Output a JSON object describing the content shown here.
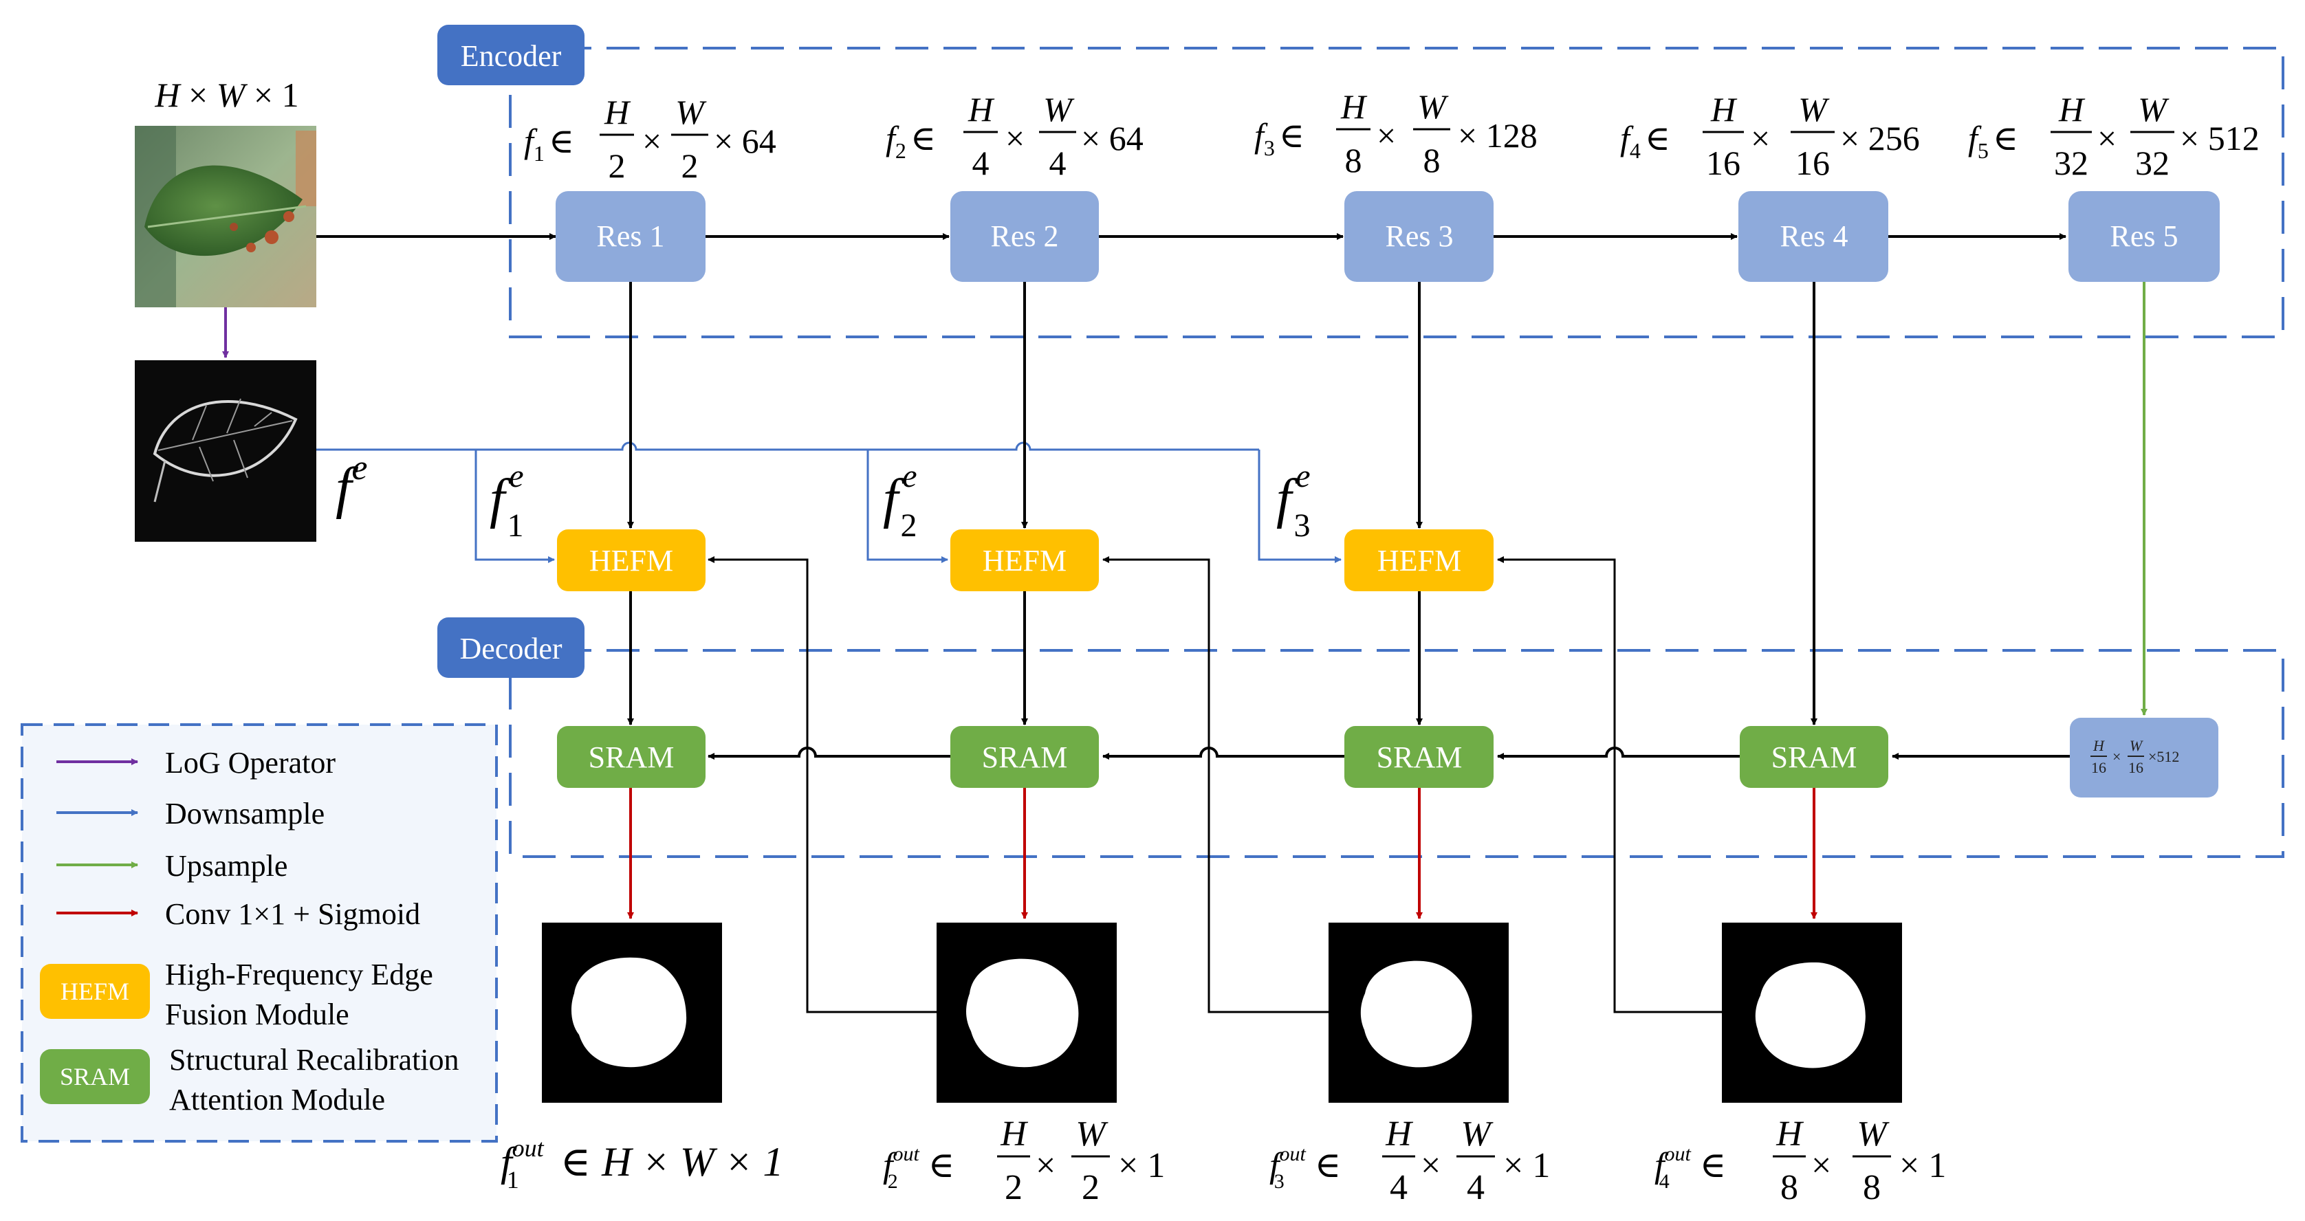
{
  "sections": {
    "encoder": "Encoder",
    "decoder": "Decoder"
  },
  "input": {
    "size": {
      "H": "H",
      "W": "W",
      "times": "×",
      "C": "1"
    },
    "edge_feature": {
      "base": "f",
      "sup": "e"
    }
  },
  "res_blocks": [
    {
      "label": "Res 1",
      "feat": {
        "idx": "1",
        "H": "H",
        "W": "W",
        "dH": "2",
        "dW": "2",
        "ch": "64"
      }
    },
    {
      "label": "Res 2",
      "feat": {
        "idx": "2",
        "H": "H",
        "W": "W",
        "dH": "4",
        "dW": "4",
        "ch": "64"
      }
    },
    {
      "label": "Res 3",
      "feat": {
        "idx": "3",
        "H": "H",
        "W": "W",
        "dH": "8",
        "dW": "8",
        "ch": "128"
      }
    },
    {
      "label": "Res 4",
      "feat": {
        "idx": "4",
        "H": "H",
        "W": "W",
        "dH": "16",
        "dW": "16",
        "ch": "256"
      }
    },
    {
      "label": "Res 5",
      "feat": {
        "idx": "5",
        "H": "H",
        "W": "W",
        "dH": "32",
        "dW": "32",
        "ch": "512"
      }
    }
  ],
  "symbols": {
    "in": "∈",
    "times": "×",
    "f": "f"
  },
  "hefm": [
    {
      "label": "HEFM",
      "fe_sub": "1",
      "fe_sup": "e"
    },
    {
      "label": "HEFM",
      "fe_sub": "2",
      "fe_sup": "e"
    },
    {
      "label": "HEFM",
      "fe_sub": "3",
      "fe_sup": "e"
    }
  ],
  "sram": [
    "SRAM",
    "SRAM",
    "SRAM",
    "SRAM"
  ],
  "upsample_box": {
    "H": "H",
    "dH": "16",
    "W": "W",
    "dW": "16",
    "ch": "512"
  },
  "outputs": [
    {
      "idx": "1",
      "sup": "out",
      "expr_simple": "H × W × 1"
    },
    {
      "idx": "2",
      "sup": "out",
      "dH": "2",
      "dW": "2",
      "tail": "1"
    },
    {
      "idx": "3",
      "sup": "out",
      "dH": "4",
      "dW": "4",
      "tail": "1"
    },
    {
      "idx": "4",
      "sup": "out",
      "dH": "8",
      "dW": "8",
      "tail": "1"
    }
  ],
  "legend": {
    "items": [
      {
        "label": "LoG Operator",
        "color": "#7030a0"
      },
      {
        "label": "Downsample",
        "color": "#4472c4"
      },
      {
        "label": "Upsample",
        "color": "#70ad47"
      },
      {
        "label": "Conv 1×1 + Sigmoid",
        "color": "#c00000"
      }
    ],
    "hefm": {
      "tag": "HEFM",
      "line1": "High-Frequency Edge",
      "line2": "Fusion Module"
    },
    "sram": {
      "tag": "SRAM",
      "line1": "Structural Recalibration",
      "line2": "Attention Module"
    }
  },
  "colors": {
    "res": "#8eaadb",
    "hefm": "#ffc000",
    "sram": "#70ad47",
    "tag": "#4472c4",
    "dash": "#4472c4",
    "legend_bg": "#f2f6fc",
    "black_arrow": "#000000",
    "blue_arrow": "#4472c4",
    "green_arrow": "#70ad47",
    "red_arrow": "#c00000",
    "purple_arrow": "#7030a0"
  }
}
